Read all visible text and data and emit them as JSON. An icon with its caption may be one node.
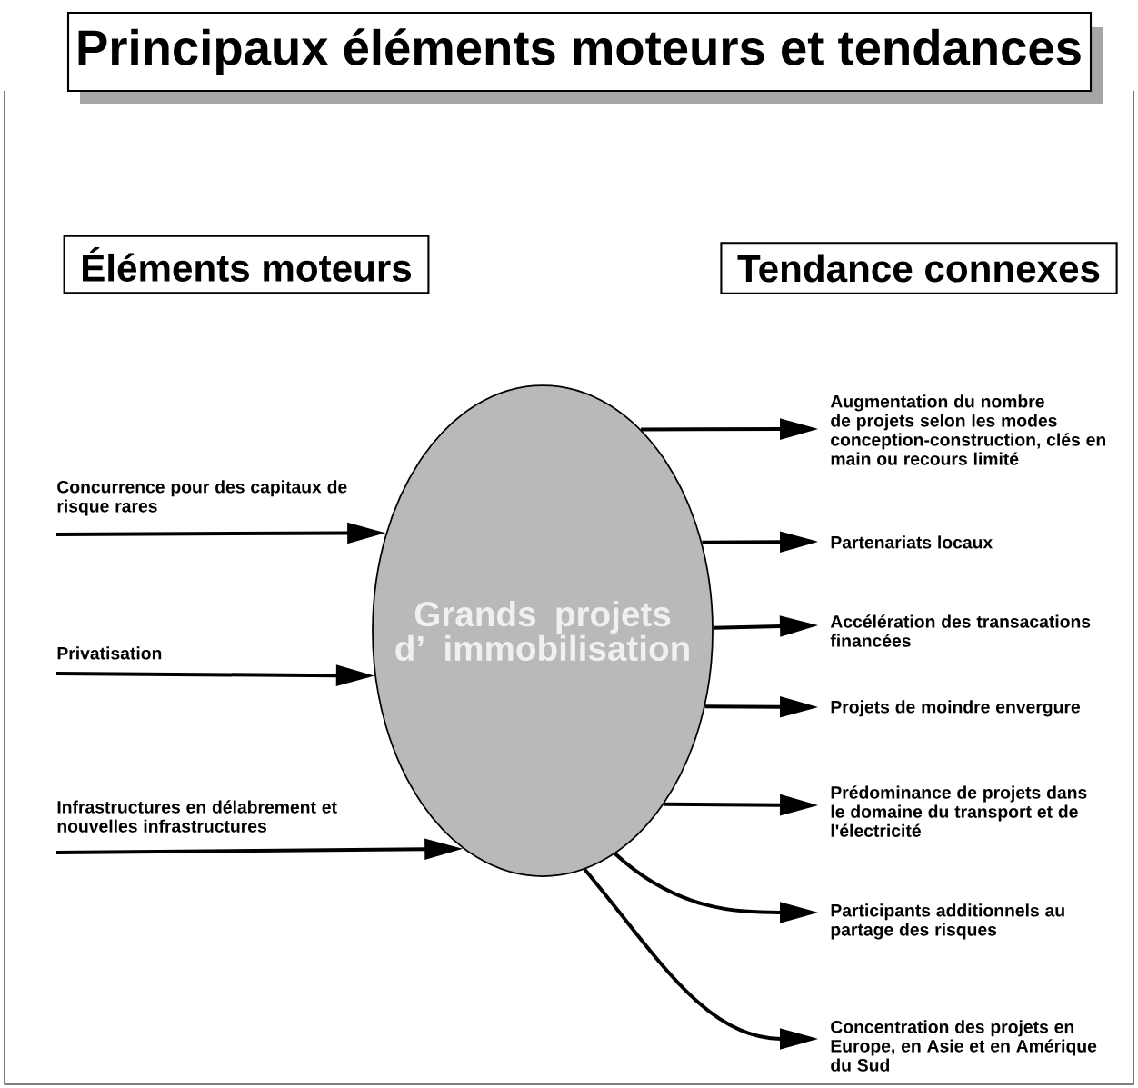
{
  "diagram": {
    "title": "Principaux éléments moteurs et tendances",
    "nodes": [
      {
        "text": [
          "Éléments moteurs"
        ]
      },
      {
        "text": [
          "Tendance connexes"
        ]
      },
      {
        "text": [
          "Grands projets d’ immobilisation"
        ]
      },
      {
        "text": [
          "Concurrence pour des capitaux de risque rares"
        ]
      },
      {
        "text": [
          "Privatisation"
        ]
      },
      {
        "text": [
          "Infrastructures en délabrement et nouvelles infrastructures"
        ]
      },
      {
        "text": [
          "Augmentation du nombre de projets selon les modes conception-construction, clés en main ou recours limité"
        ]
      },
      {
        "text": [
          "Partenariats locaux"
        ]
      },
      {
        "text": [
          "Accélération des transacations financées"
        ]
      },
      {
        "text": [
          "Projets de moindre envergure"
        ]
      },
      {
        "text": [
          "Prédominance de projets dans le domaine du transport et de l'électricité"
        ]
      },
      {
        "text": [
          "Participants additionnels au partage des risques"
        ]
      },
      {
        "text": [
          "Concentration des projets en Europe, en Asie et en Amérique du Sud"
        ]
      }
    ],
    "edges": [
      {
        "from": 3,
        "to": 2,
        "arrow": "to"
      },
      {
        "from": 4,
        "to": 2,
        "arrow": "to"
      },
      {
        "from": 5,
        "to": 2,
        "arrow": "to"
      },
      {
        "from": 2,
        "to": 6,
        "arrow": "to"
      },
      {
        "from": 2,
        "to": 7,
        "arrow": "to"
      },
      {
        "from": 2,
        "to": 8,
        "arrow": "to"
      },
      {
        "from": 2,
        "to": 9,
        "arrow": "to"
      },
      {
        "from": 2,
        "to": 10,
        "arrow": "to"
      },
      {
        "from": 2,
        "to": 11,
        "arrow": "to"
      },
      {
        "from": 2,
        "to": 12,
        "arrow": "to"
      }
    ]
  }
}
